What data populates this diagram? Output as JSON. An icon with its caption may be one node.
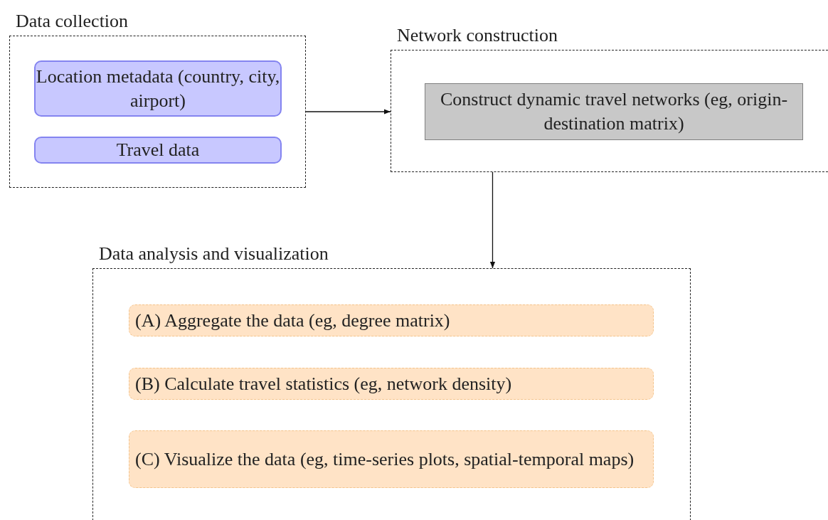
{
  "diagram": {
    "nodes": [
      {
        "text": [
          "Data collection"
        ]
      },
      {
        "text": [
          "Location metadata (country, city, airport)"
        ],
        "in": 0
      },
      {
        "text": [
          "Travel data"
        ],
        "in": 0
      },
      {
        "text": [
          "Network construction"
        ]
      },
      {
        "text": [
          "Construct dynamic travel networks (eg, origin-destination matrix)"
        ],
        "in": 3
      },
      {
        "text": [
          "Data analysis and visualization"
        ]
      },
      {
        "text": [
          "(A) Aggregate the data (eg, degree matrix)"
        ],
        "in": 5
      },
      {
        "text": [
          "(B) Calculate travel statistics (eg, network density)"
        ],
        "in": 5
      },
      {
        "text": [
          "(C) Visualize the data (eg, time-series plots, spatial-temporal maps)"
        ],
        "in": 5
      }
    ],
    "edges": [
      {
        "from": 0,
        "to": 3,
        "arrow": "to"
      },
      {
        "from": 3,
        "to": 5,
        "arrow": "to"
      }
    ]
  }
}
